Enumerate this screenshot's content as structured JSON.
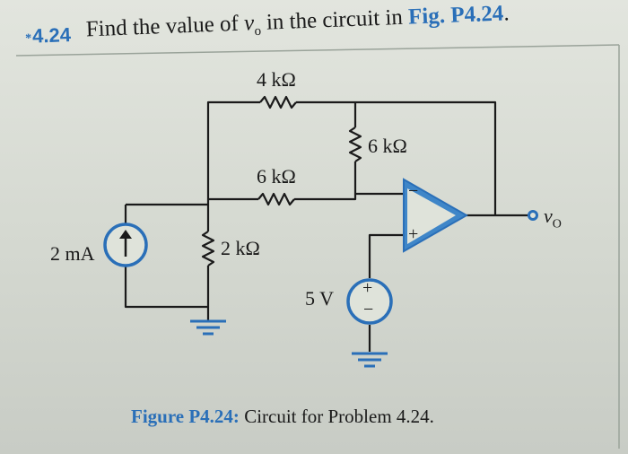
{
  "problem": {
    "star": "*",
    "number": "4.24",
    "text_before": "Find the value of ",
    "variable": "v",
    "subscript": "o",
    "text_mid": " in the circuit in ",
    "figure_ref": "Fig. P4.24",
    "text_end": "."
  },
  "circuit": {
    "r_top": "4 kΩ",
    "r_mid": "6 kΩ",
    "r_right": "6 kΩ",
    "r_bottom": "2 kΩ",
    "current_source": "2 mA",
    "voltage_source": "5 V",
    "opamp_minus": "−",
    "opamp_plus": "+",
    "vs_plus": "+",
    "vs_minus": "−",
    "output_var": "v",
    "output_sub": "O"
  },
  "caption": {
    "label": "Figure P4.24:",
    "text": " Circuit for Problem 4.24."
  },
  "colors": {
    "accent": "#2a6fb8",
    "opamp_fill": "#3f86c8",
    "wire": "#1a1a1a"
  }
}
